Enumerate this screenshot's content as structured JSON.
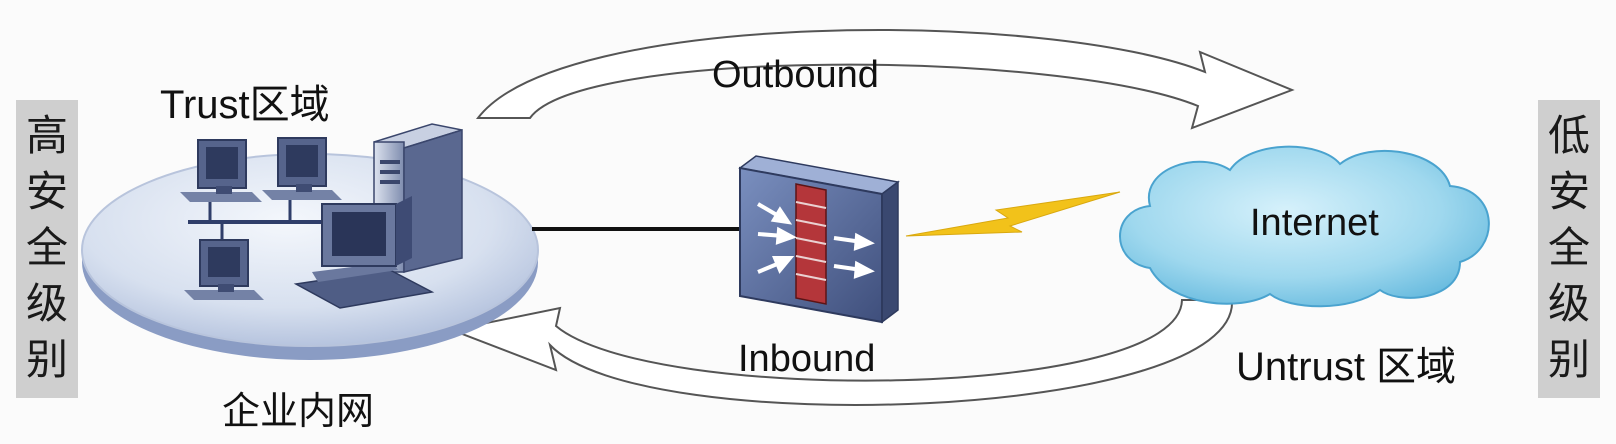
{
  "left_zone_label": "高安全级别",
  "right_zone_label": "低安全级别",
  "trust_zone": "Trust区域",
  "untrust_zone": "Untrust 区域",
  "internal_network": "企业内网",
  "internet": "Internet",
  "outbound": "Outbound",
  "inbound": "Inbound",
  "colors": {
    "side_bar": "#cfcfcf",
    "disc_light": "#e6ecf6",
    "disc_dark": "#7d94c0",
    "device_blue": "#4a5b87",
    "firewall_wall": "#b4363a",
    "cloud": "#8fd0ea",
    "lightning": "#f2c21a"
  }
}
